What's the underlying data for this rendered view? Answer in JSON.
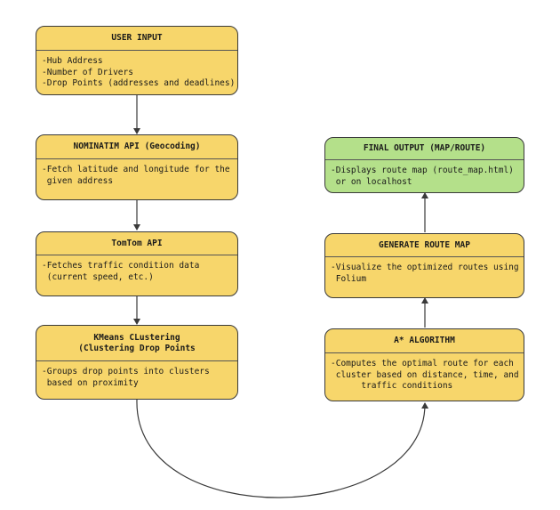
{
  "boxes": {
    "user_input": {
      "title": "USER INPUT",
      "lines": [
        "-Hub Address",
        "-Number of Drivers",
        "-Drop Points (addresses and deadlines)"
      ]
    },
    "nominatim": {
      "title": "NOMINATIM API (Geocoding)",
      "lines": [
        "-Fetch latitude and longitude for the",
        " given address"
      ]
    },
    "tomtom": {
      "title": "TomTom API",
      "lines": [
        "-Fetches traffic condition data",
        " (current speed, etc.)"
      ]
    },
    "kmeans": {
      "title_1": "KMeans CLustering",
      "title_2": "(Clustering Drop Points",
      "lines": [
        "-Groups drop points into clusters",
        " based on proximity"
      ]
    },
    "astar": {
      "title": "A* ALGORITHM",
      "lines": [
        "-Computes the optimal route for each",
        " cluster based on distance, time, and",
        "      traffic conditions"
      ]
    },
    "route_map": {
      "title": "GENERATE ROUTE MAP",
      "lines": [
        "-Visualize the optimized routes using",
        " Folium"
      ]
    },
    "final_output": {
      "title": "FINAL OUTPUT (MAP/ROUTE)",
      "lines": [
        "-Displays route map (route_map.html)",
        " or on localhost"
      ]
    }
  },
  "colors": {
    "process_fill": "#f7d66b",
    "output_fill": "#b4e08a",
    "stroke": "#3a3a3a"
  }
}
